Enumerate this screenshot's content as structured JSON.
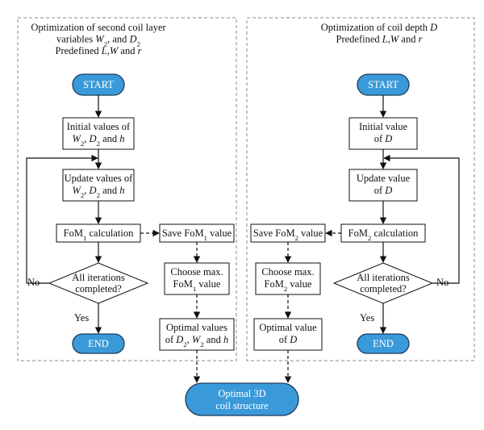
{
  "panels": {
    "left": {
      "title_lines": [
        [
          {
            "t": "Optimization of second coil layer"
          }
        ],
        [
          {
            "t": "variables "
          },
          {
            "t": "W",
            "i": true
          },
          {
            "t": "2",
            "sub": true
          },
          {
            "t": ", and "
          },
          {
            "t": "D",
            "i": true
          },
          {
            "t": "2",
            "sub": true
          }
        ],
        [
          {
            "t": "Predefined "
          },
          {
            "t": "L",
            "i": true
          },
          {
            "t": ","
          },
          {
            "t": "W",
            "i": true
          },
          {
            "t": " and "
          },
          {
            "t": "r",
            "i": true
          }
        ]
      ]
    },
    "right": {
      "title_lines": [
        [
          {
            "t": "Optimization of coil depth "
          },
          {
            "t": "D",
            "i": true
          }
        ],
        [
          {
            "t": "Predefined "
          },
          {
            "t": "L",
            "i": true
          },
          {
            "t": ","
          },
          {
            "t": "W",
            "i": true
          },
          {
            "t": " and "
          },
          {
            "t": "r",
            "i": true
          }
        ]
      ]
    }
  },
  "nodes": {
    "l_start": {
      "lines": [
        [
          {
            "t": "START"
          }
        ]
      ]
    },
    "l_init": {
      "lines": [
        [
          {
            "t": "Initial values of"
          }
        ],
        [
          {
            "t": "W",
            "i": true
          },
          {
            "t": "2",
            "sub": true
          },
          {
            "t": ", "
          },
          {
            "t": "D",
            "i": true
          },
          {
            "t": "2",
            "sub": true
          },
          {
            "t": " and "
          },
          {
            "t": "h",
            "i": true
          }
        ]
      ]
    },
    "l_update": {
      "lines": [
        [
          {
            "t": "Update values of"
          }
        ],
        [
          {
            "t": "W",
            "i": true
          },
          {
            "t": "2",
            "sub": true
          },
          {
            "t": ", "
          },
          {
            "t": "D",
            "i": true
          },
          {
            "t": "2",
            "sub": true
          },
          {
            "t": " and "
          },
          {
            "t": "h",
            "i": true
          }
        ]
      ]
    },
    "l_fom": {
      "lines": [
        [
          {
            "t": "FoM"
          },
          {
            "t": "1",
            "sub": true
          },
          {
            "t": " calculation"
          }
        ]
      ]
    },
    "l_decision": {
      "lines": [
        [
          {
            "t": "All iterations"
          }
        ],
        [
          {
            "t": "completed?"
          }
        ]
      ]
    },
    "l_end": {
      "lines": [
        [
          {
            "t": "END"
          }
        ]
      ]
    },
    "l_save": {
      "lines": [
        [
          {
            "t": "Save FoM"
          },
          {
            "t": "1",
            "sub": true
          },
          {
            "t": " value"
          }
        ]
      ]
    },
    "l_choose": {
      "lines": [
        [
          {
            "t": "Choose max."
          }
        ],
        [
          {
            "t": "FoM"
          },
          {
            "t": "1",
            "sub": true
          },
          {
            "t": " value"
          }
        ]
      ]
    },
    "l_optimal": {
      "lines": [
        [
          {
            "t": "Optimal values"
          }
        ],
        [
          {
            "t": "of "
          },
          {
            "t": "D",
            "i": true
          },
          {
            "t": "2",
            "sub": true
          },
          {
            "t": ", "
          },
          {
            "t": "W",
            "i": true
          },
          {
            "t": "2",
            "sub": true
          },
          {
            "t": " and "
          },
          {
            "t": "h",
            "i": true
          }
        ]
      ]
    },
    "r_start": {
      "lines": [
        [
          {
            "t": "START"
          }
        ]
      ]
    },
    "r_init": {
      "lines": [
        [
          {
            "t": "Initial value"
          }
        ],
        [
          {
            "t": "of "
          },
          {
            "t": "D",
            "i": true
          }
        ]
      ]
    },
    "r_update": {
      "lines": [
        [
          {
            "t": "Update value"
          }
        ],
        [
          {
            "t": "of "
          },
          {
            "t": "D",
            "i": true
          }
        ]
      ]
    },
    "r_fom": {
      "lines": [
        [
          {
            "t": "FoM"
          },
          {
            "t": "2",
            "sub": true
          },
          {
            "t": " calculation"
          }
        ]
      ]
    },
    "r_decision": {
      "lines": [
        [
          {
            "t": "All iterations"
          }
        ],
        [
          {
            "t": "completed?"
          }
        ]
      ]
    },
    "r_end": {
      "lines": [
        [
          {
            "t": "END"
          }
        ]
      ]
    },
    "r_save": {
      "lines": [
        [
          {
            "t": "Save FoM"
          },
          {
            "t": "2",
            "sub": true
          },
          {
            "t": " value"
          }
        ]
      ]
    },
    "r_choose": {
      "lines": [
        [
          {
            "t": "Choose max."
          }
        ],
        [
          {
            "t": "FoM"
          },
          {
            "t": "2",
            "sub": true
          },
          {
            "t": " value"
          }
        ]
      ]
    },
    "r_optimal": {
      "lines": [
        [
          {
            "t": "Optimal value"
          }
        ],
        [
          {
            "t": "of "
          },
          {
            "t": "D",
            "i": true
          }
        ]
      ]
    },
    "final": {
      "lines": [
        [
          {
            "t": "Optimal 3D"
          }
        ],
        [
          {
            "t": "coil structure"
          }
        ]
      ]
    }
  },
  "edge_labels": {
    "l_no": "No",
    "l_yes": "Yes",
    "r_no": "No",
    "r_yes": "Yes"
  },
  "colors": {
    "terminal_fill": "#3a9ad9",
    "terminal_stroke": "#1f3b5c",
    "line": "#111111",
    "panel_border": "#888888"
  }
}
